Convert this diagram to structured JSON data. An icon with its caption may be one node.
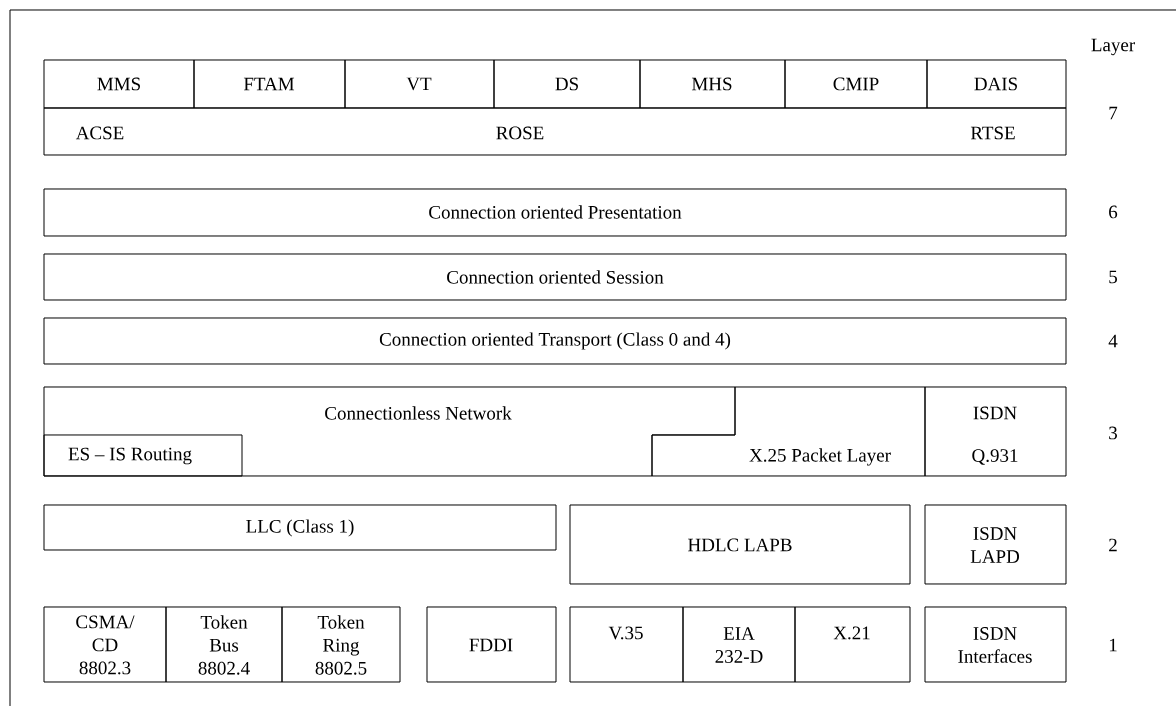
{
  "diagram": {
    "nodes": [
      {
        "text": [
          "MMS"
        ]
      },
      {
        "text": [
          "FTAM"
        ]
      },
      {
        "text": [
          "VT"
        ]
      },
      {
        "text": [
          "DS"
        ]
      },
      {
        "text": [
          "MHS"
        ]
      },
      {
        "text": [
          "CMIP"
        ]
      },
      {
        "text": [
          "DAIS"
        ]
      },
      {
        "text": [
          "ACSE",
          "ROSE",
          "RTSE"
        ]
      },
      {
        "text": [
          "Connection oriented Presentation"
        ]
      },
      {
        "text": [
          "Connection oriented Session"
        ]
      },
      {
        "text": [
          "Connection oriented Transport (Class 0 and 4)"
        ]
      },
      {
        "text": [
          "Connectionless Network"
        ]
      },
      {
        "text": [
          "ES – IS Routing"
        ],
        "in": 11
      },
      {
        "text": [
          "X.25 Packet Layer"
        ]
      },
      {
        "text": [
          "ISDN",
          "Q.931"
        ]
      },
      {
        "text": [
          "LLC (Class 1)"
        ]
      },
      {
        "text": [
          "HDLC LAPB"
        ]
      },
      {
        "text": [
          "ISDN LAPD"
        ]
      },
      {
        "text": [
          "CSMA/ CD 8802.3"
        ]
      },
      {
        "text": [
          "Token Bus 8802.4"
        ]
      },
      {
        "text": [
          "Token Ring 8802.5"
        ]
      },
      {
        "text": [
          "FDDI"
        ]
      },
      {
        "text": [
          "V.35"
        ]
      },
      {
        "text": [
          "EIA 232-D"
        ]
      },
      {
        "text": [
          "X.21"
        ]
      },
      {
        "text": [
          "ISDN Interfaces"
        ]
      }
    ],
    "labels": [
      "Layer",
      "7",
      "6",
      "5",
      "4",
      "3",
      "2",
      "1"
    ]
  }
}
